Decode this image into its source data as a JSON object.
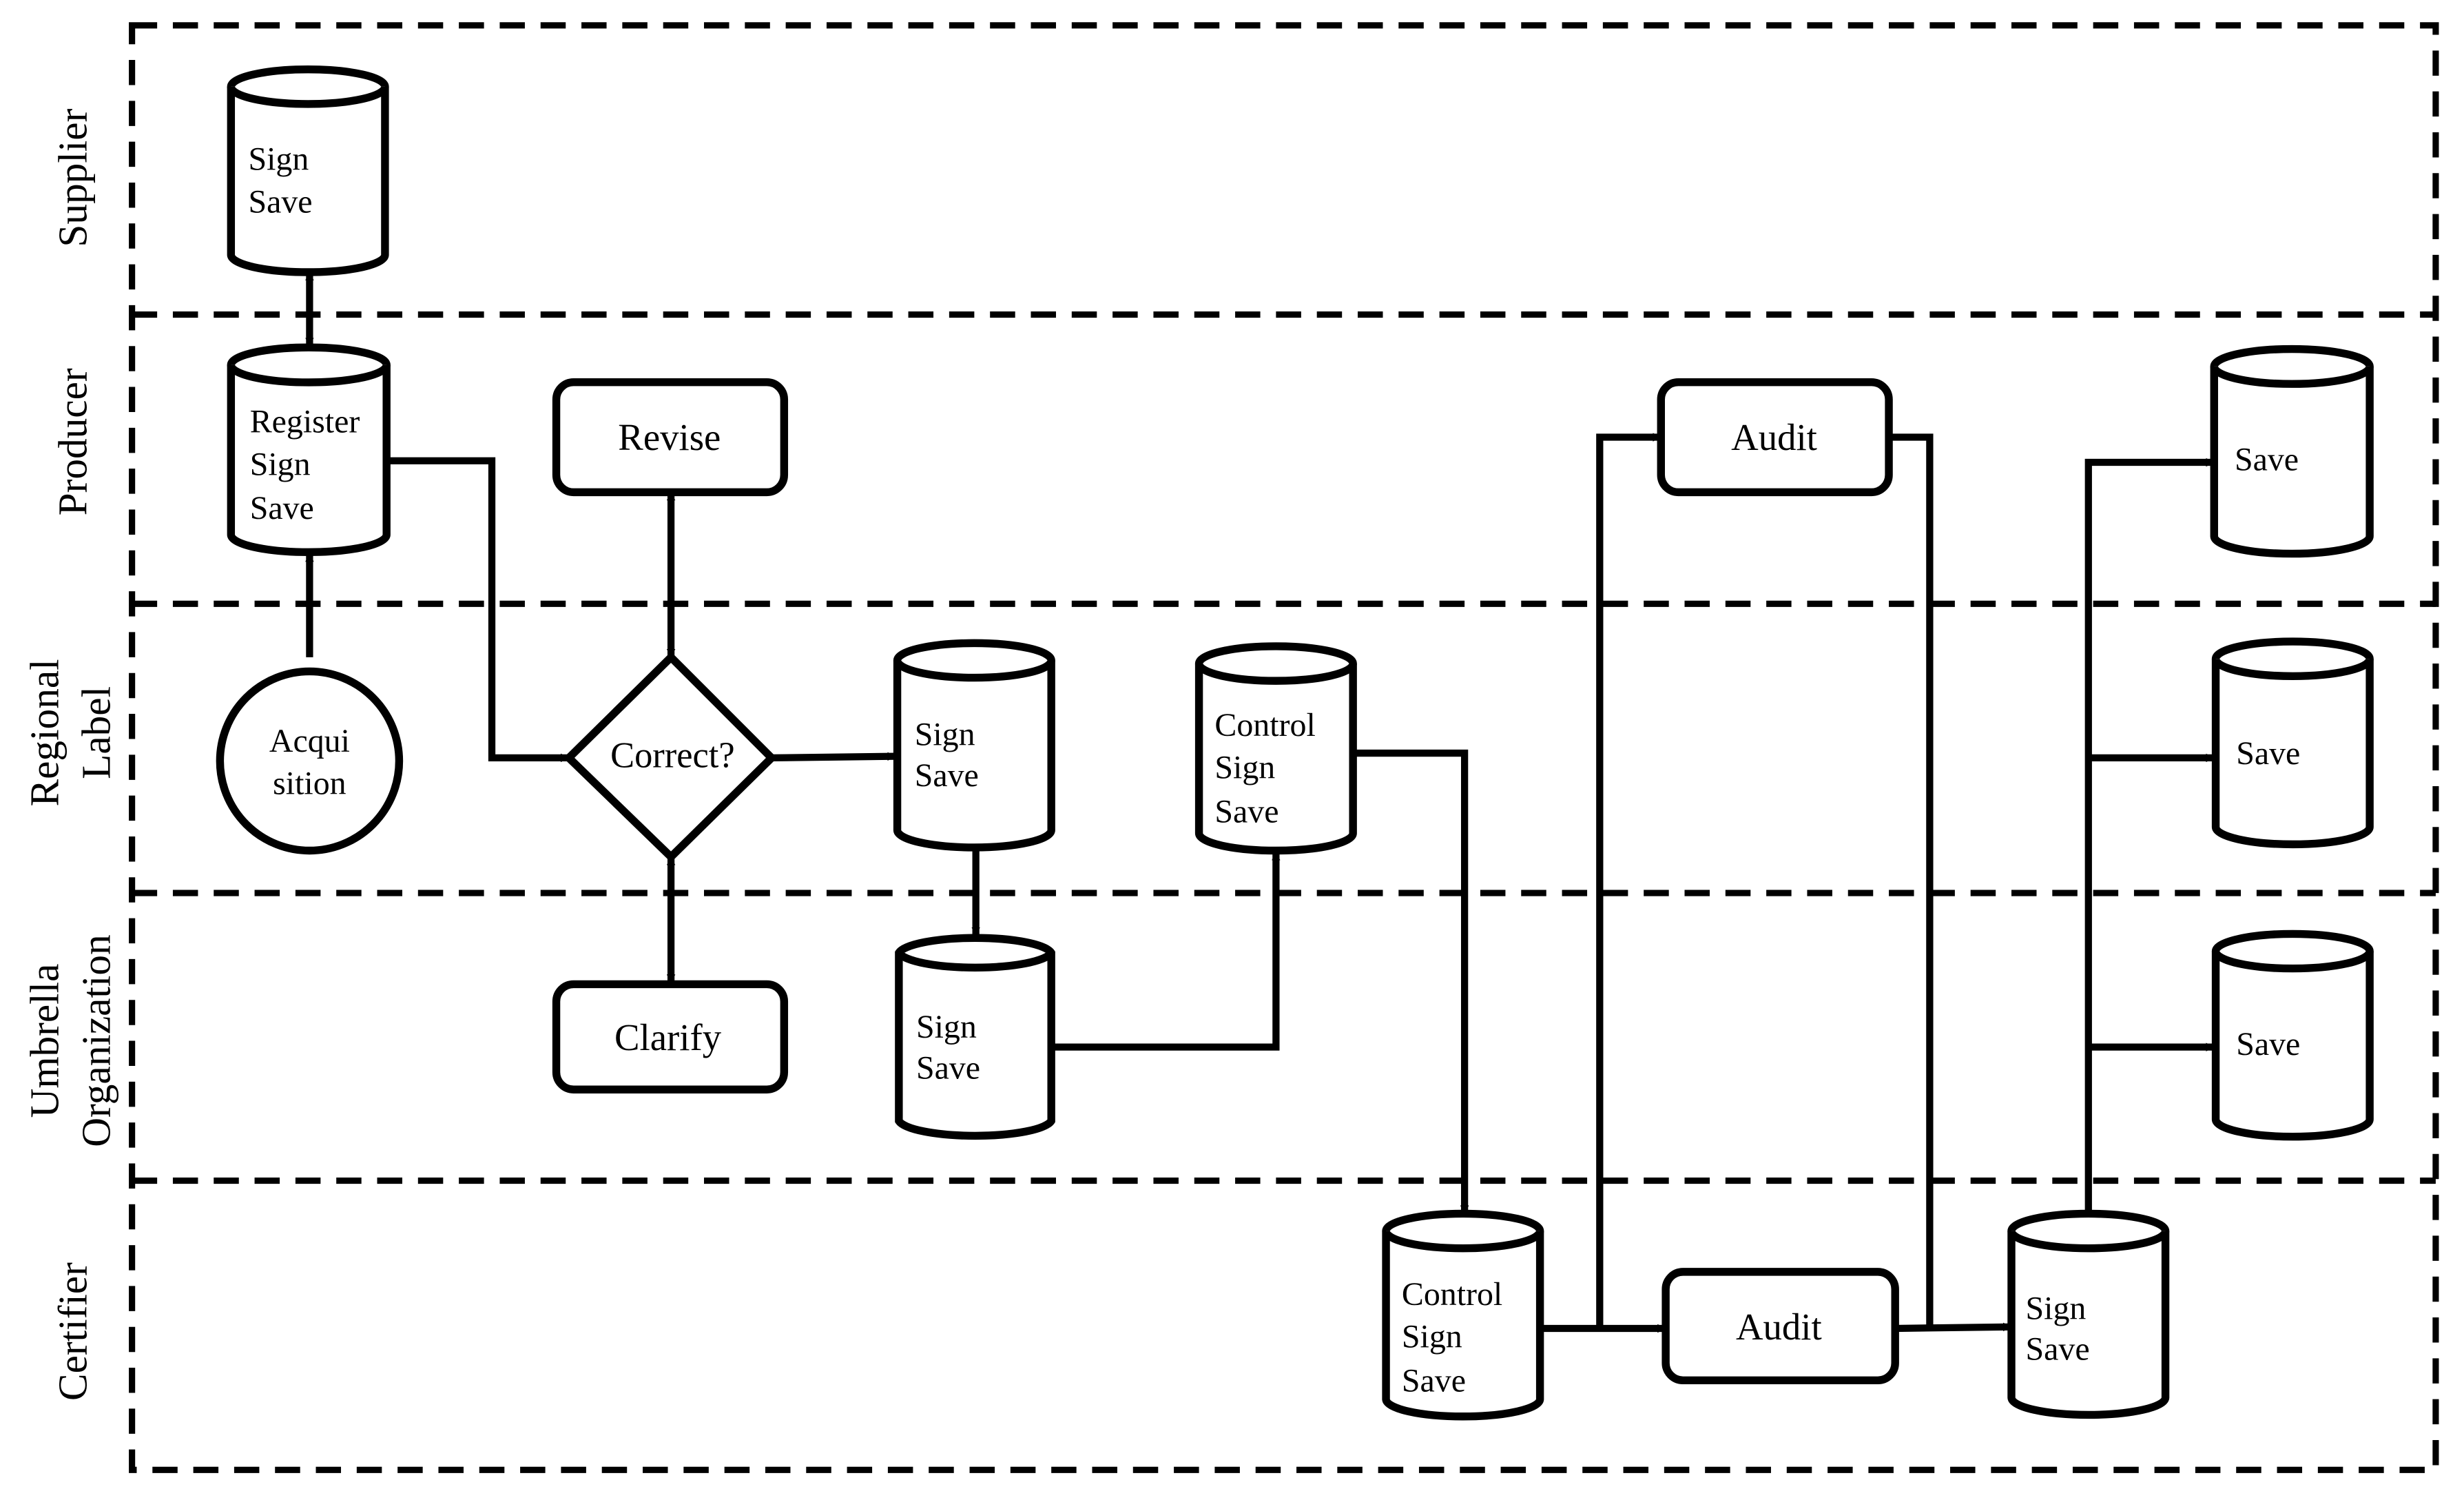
{
  "lanes": {
    "supplier": "Supplier",
    "producer": "Producer",
    "regional_label": [
      "Regional",
      "Label"
    ],
    "umbrella_org": [
      "Umbrella",
      "Organization"
    ],
    "certifier": "Certifier"
  },
  "nodes": {
    "supplier_db": [
      "Sign",
      "Save"
    ],
    "producer_db": [
      "Register",
      "Sign",
      "Save"
    ],
    "acquisition": [
      "Acqui",
      "sition"
    ],
    "revise": "Revise",
    "correct": "Correct?",
    "clarify": "Clarify",
    "regional_db": [
      "Sign",
      "Save"
    ],
    "umbrella_db": [
      "Sign",
      "Save"
    ],
    "regional_control_db": [
      "Control",
      "Sign",
      "Save"
    ],
    "certifier_control_db": [
      "Control",
      "Sign",
      "Save"
    ],
    "audit_producer": "Audit",
    "audit_certifier": "Audit",
    "certifier_db": [
      "Sign",
      "Save"
    ],
    "save_producer": "Save",
    "save_regional": "Save",
    "save_umbrella": "Save"
  }
}
